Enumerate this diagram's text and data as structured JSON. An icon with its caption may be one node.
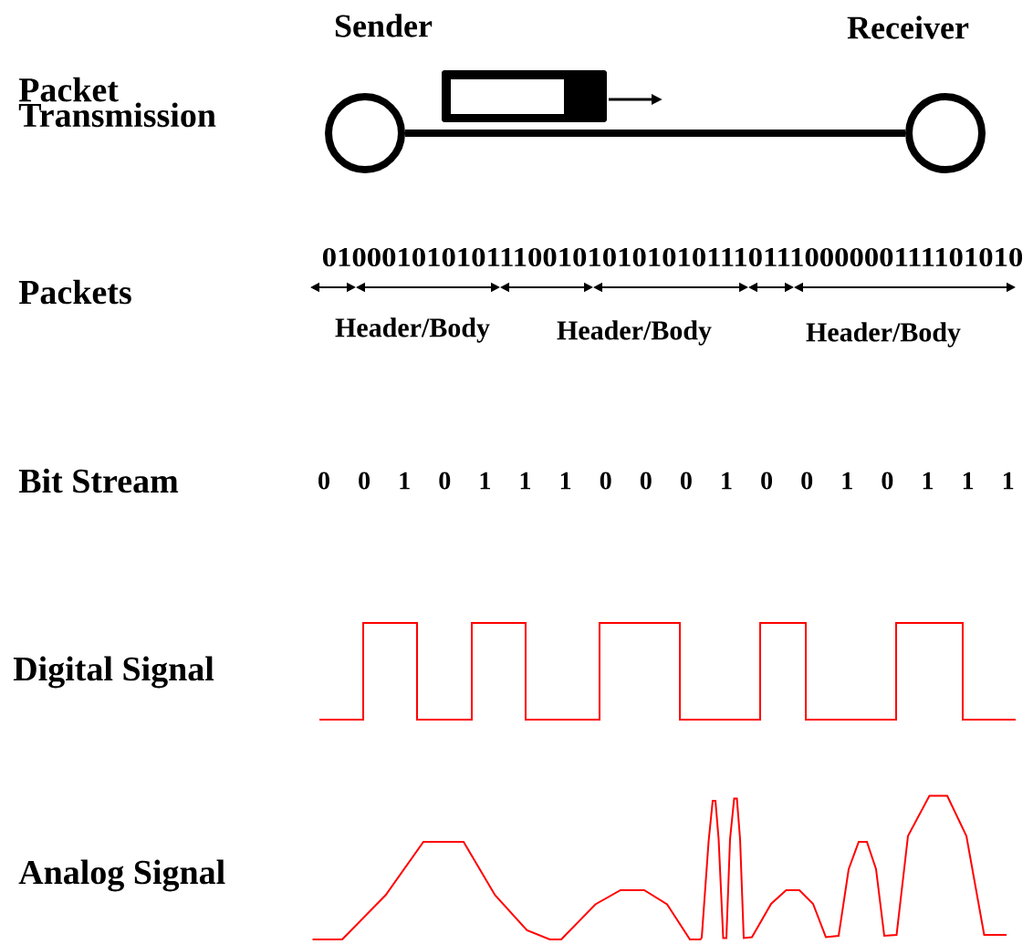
{
  "diagram": {
    "nodes": [
      {
        "text": [
          "Sender"
        ]
      },
      {
        "text": [
          "Receiver"
        ]
      }
    ],
    "edges": [
      {
        "from": 0,
        "to": 1,
        "arrow": "none"
      }
    ],
    "labels": [
      "Packet Transmission",
      "Packets",
      "010001010101110010101010101110111000000111101010",
      "Header/Body",
      "Header/Body",
      "Header/Body",
      "Bit Stream",
      "0",
      "0",
      "1",
      "0",
      "1",
      "1",
      "1",
      "0",
      "0",
      "0",
      "1",
      "0",
      "0",
      "1",
      "0",
      "1",
      "1",
      "1",
      "Digital Signal",
      "Analog Signal"
    ]
  }
}
